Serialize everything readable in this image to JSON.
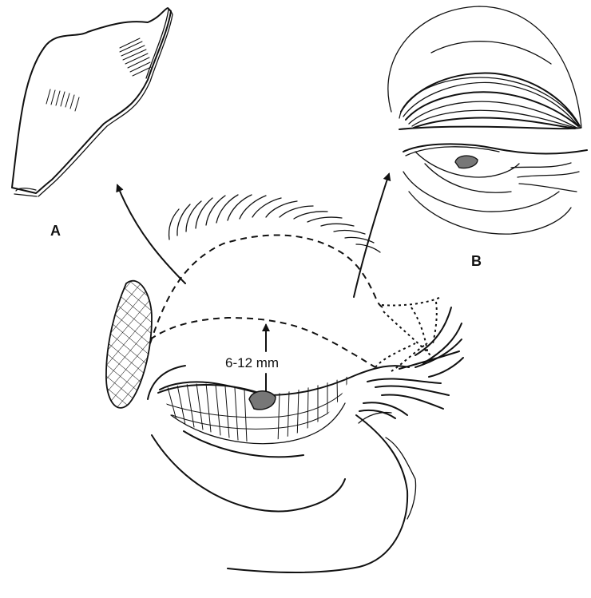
{
  "labels": {
    "panel_a": "A",
    "panel_b": "B",
    "measurement": "6-12 mm"
  },
  "colors": {
    "ink": "#111111",
    "iris": "#777777",
    "background": "#ffffff"
  }
}
